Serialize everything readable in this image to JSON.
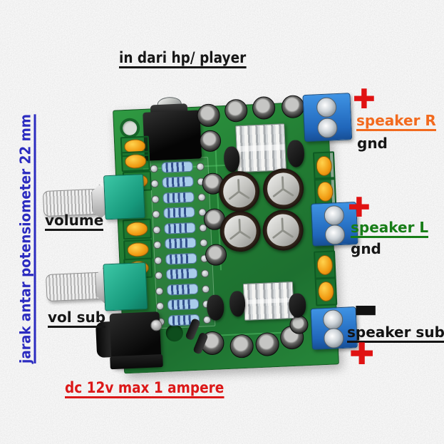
{
  "annotations": {
    "input_label": "in dari hp/ player",
    "pot_distance_label": "jarak antar potensiometer 22 mm",
    "volume_label": "volume",
    "vol_sub_label": "vol sub",
    "power_label": "dc 12v max 1 ampere",
    "speaker_r_label": "speaker R",
    "speaker_l_label": "speaker L",
    "speaker_sub_label": "speaker sub",
    "gnd_label": "gnd"
  },
  "icons": {
    "plus": "✚",
    "minus": "▬"
  },
  "colors": {
    "background": "#e9e9e7",
    "pcb_green": "#27873a",
    "annotation_blue": "#2b2bc0",
    "annotation_red": "#dc1818",
    "plus_red": "#e01212",
    "speaker_r_orange": "#f26a1e",
    "speaker_l_green": "#177d17",
    "text_black": "#161616",
    "terminal_blue": "#2d7fd6",
    "potentiometer_teal": "#28b596",
    "capacitor_orange": "#f5a623",
    "resistor_blue": "#a9cdea"
  }
}
